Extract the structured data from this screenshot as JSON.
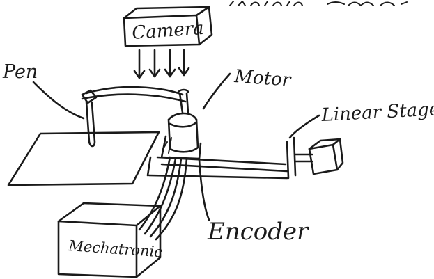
{
  "labels": {
    "camera": "Camera",
    "pen": "Pen",
    "motor": "Motor",
    "linear_stage": "Linear Stage.",
    "encoder": "Encoder",
    "mechatronic": "Mechatronic"
  },
  "colors": {
    "ink": "#1a1a1a",
    "background": "#ffffff"
  }
}
